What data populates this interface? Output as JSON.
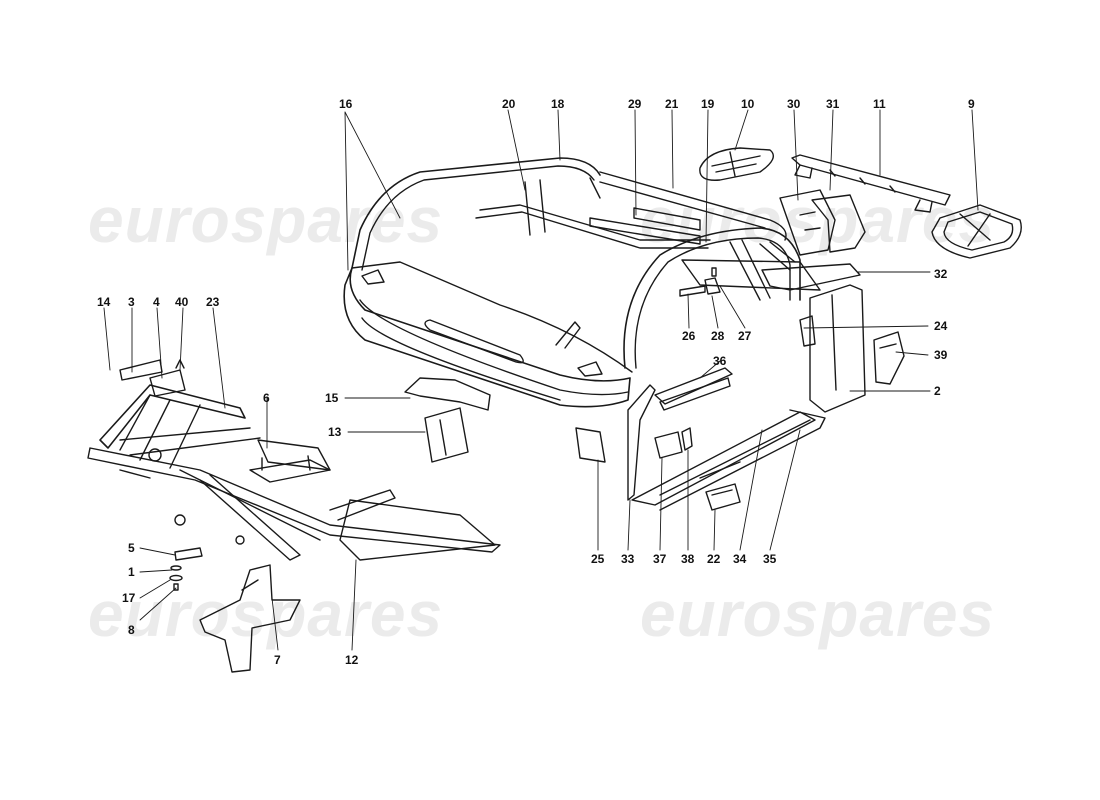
{
  "watermarks": [
    "eurospares",
    "eurospares",
    "eurospares",
    "eurospares"
  ],
  "callouts": [
    "16",
    "20",
    "18",
    "29",
    "21",
    "19",
    "10",
    "30",
    "31",
    "11",
    "9",
    "14",
    "3",
    "4",
    "40",
    "23",
    "32",
    "26",
    "28",
    "27",
    "24",
    "36",
    "39",
    "15",
    "6",
    "2",
    "13",
    "25",
    "33",
    "37",
    "38",
    "22",
    "34",
    "35",
    "5",
    "1",
    "17",
    "8",
    "7",
    "12"
  ],
  "colors": {
    "line": "#1a1a1a",
    "watermark": "#ebebeb",
    "background": "#ffffff"
  }
}
